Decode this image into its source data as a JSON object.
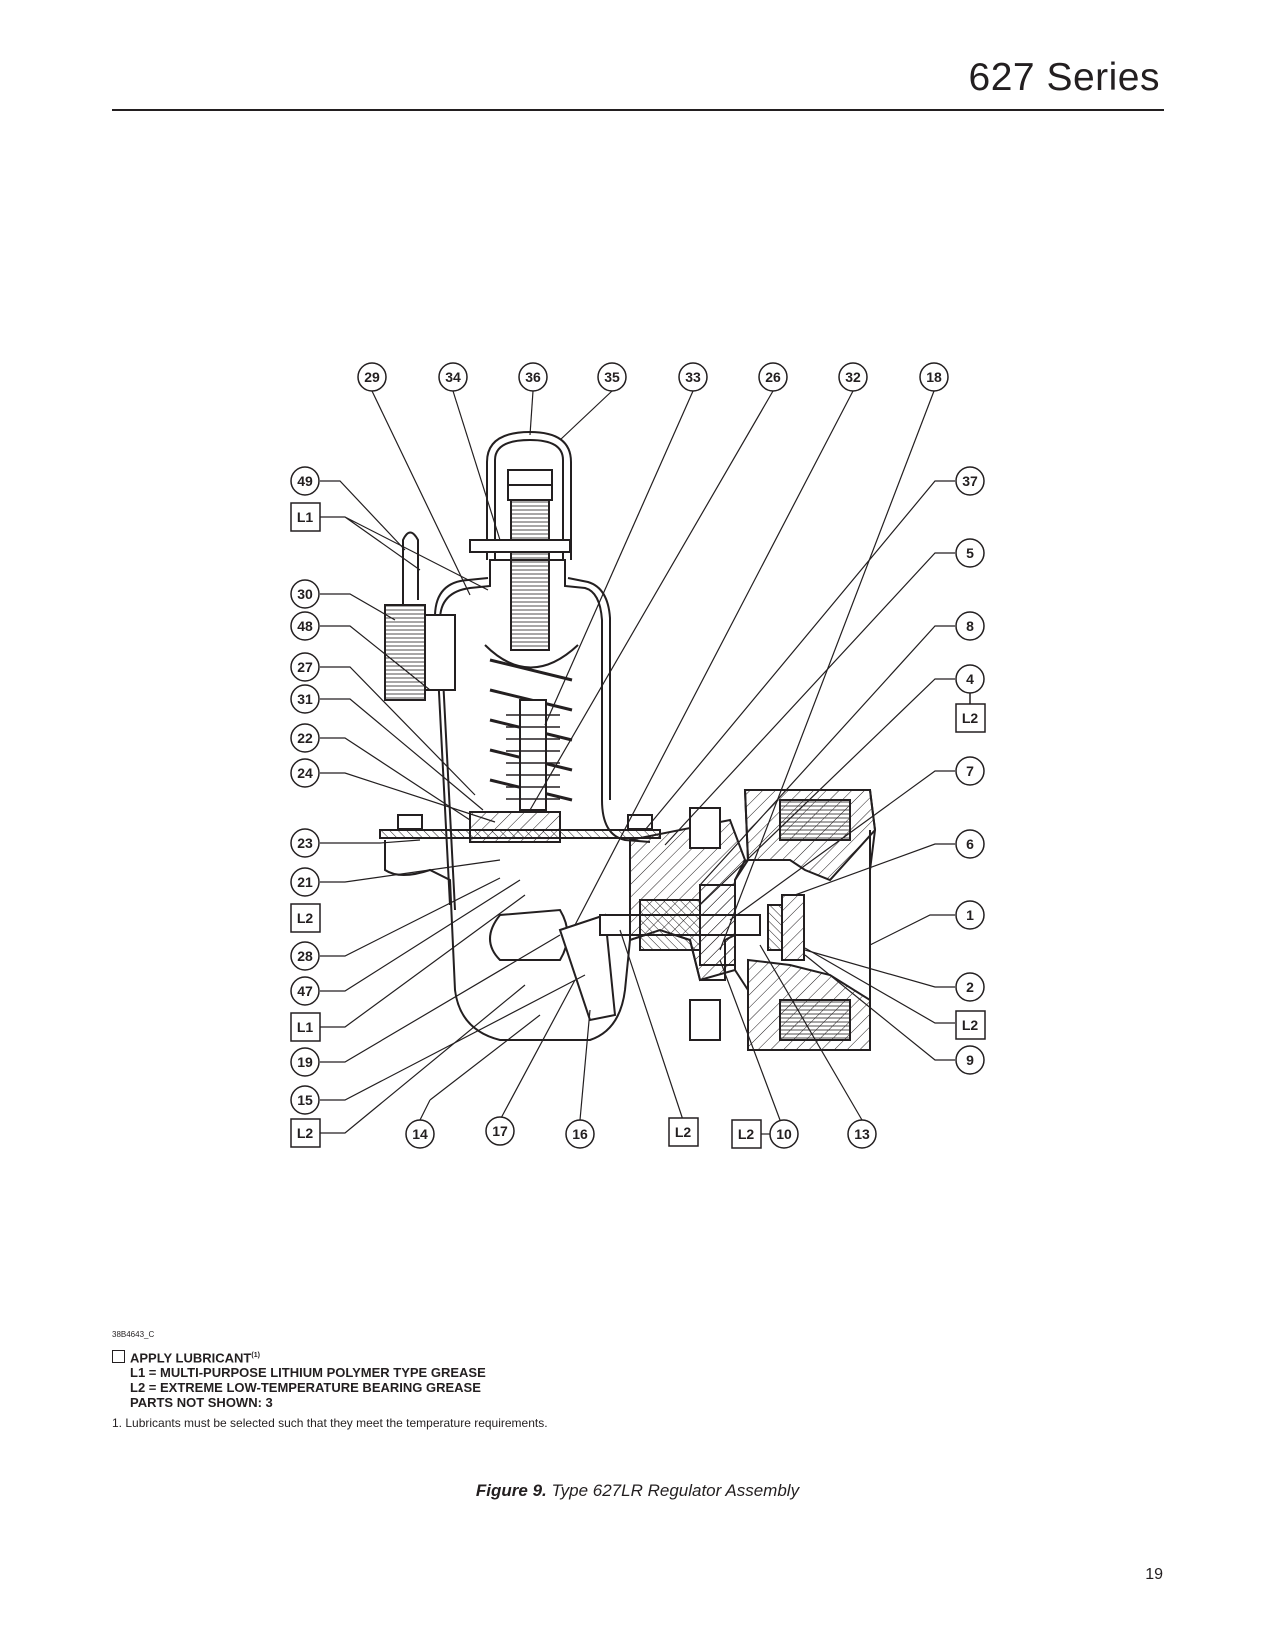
{
  "header": {
    "series_title": "627 Series"
  },
  "drawing": {
    "code": "38B4643_C",
    "top_callouts": [
      "29",
      "34",
      "36",
      "35",
      "33",
      "26",
      "32",
      "18"
    ],
    "left_callouts": [
      "49",
      "L1",
      "30",
      "48",
      "27",
      "31",
      "22",
      "24",
      "23",
      "21",
      "L2",
      "28",
      "47",
      "L1",
      "19",
      "15",
      "L2"
    ],
    "right_callouts": [
      "37",
      "5",
      "8",
      "4",
      "L2",
      "7",
      "6",
      "1",
      "2",
      "L2",
      "9"
    ],
    "bottom_callouts": [
      "14",
      "17",
      "16",
      "L2",
      "L2",
      "10",
      "13"
    ]
  },
  "legend": {
    "title": "APPLY LUBRICANT",
    "title_note": "(1)",
    "l1": "L1 = MULTI-PURPOSE LITHIUM POLYMER TYPE GREASE",
    "l2": "L2 = EXTREME LOW-TEMPERATURE BEARING GREASE",
    "parts_not_shown": "PARTS NOT SHOWN: 3"
  },
  "footnote": "1. Lubricants must be selected such that they meet the temperature requirements.",
  "caption": {
    "label": "Figure 9.",
    "text": "Type 627LR Regulator Assembly"
  },
  "page_number": "19"
}
